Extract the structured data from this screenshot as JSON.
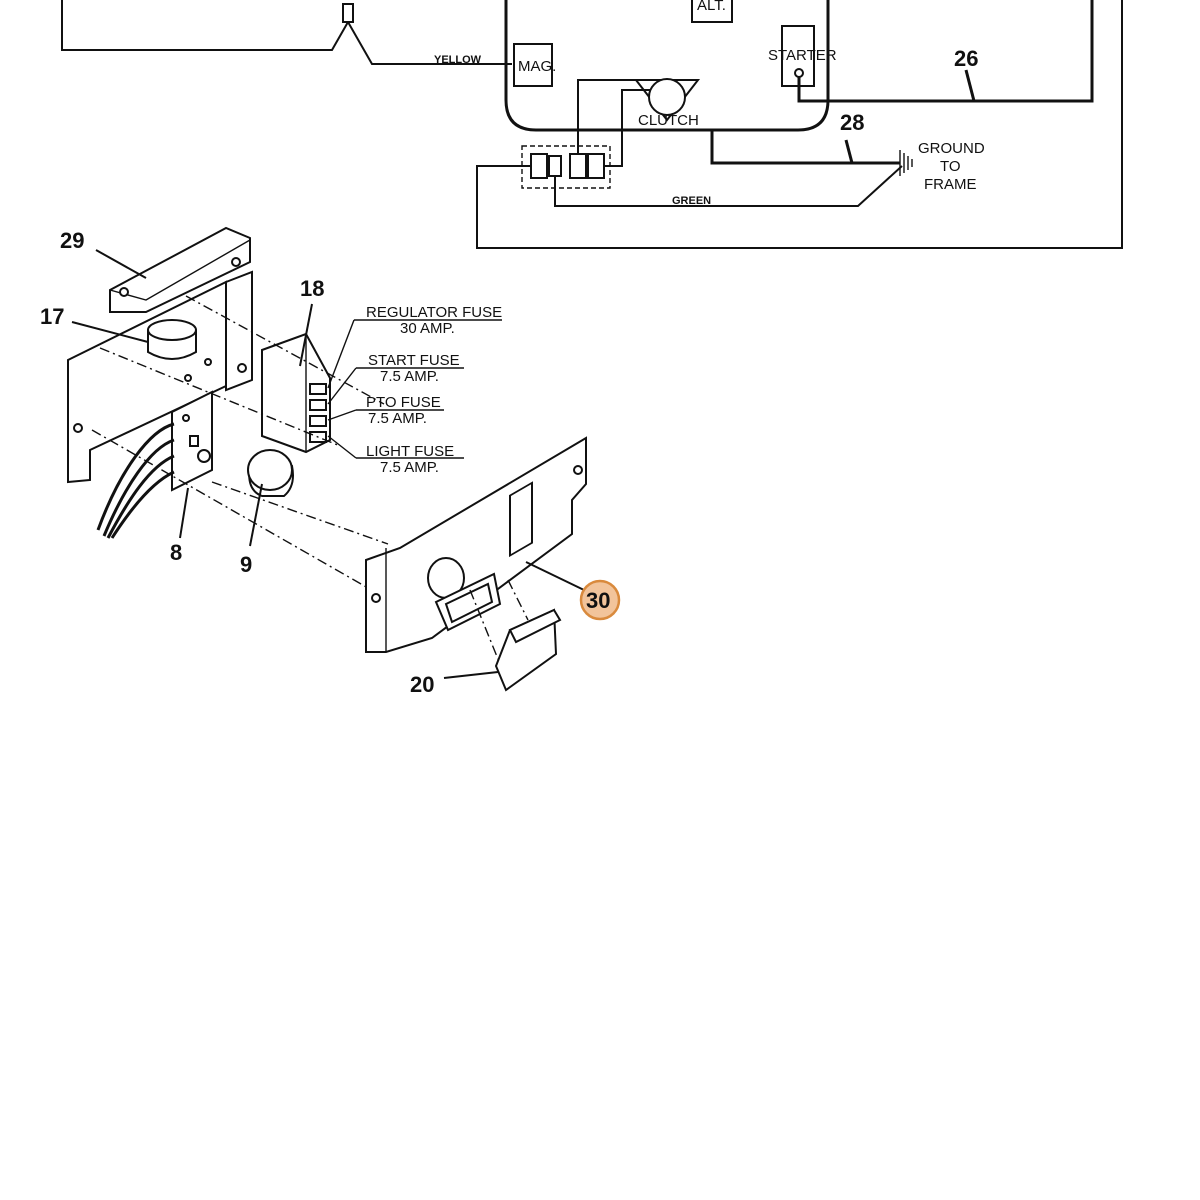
{
  "wiring": {
    "wire_yellow": "YELLOW",
    "wire_green": "GREEN",
    "mag": "MAG.",
    "alt": "ALT.",
    "starter": "STARTER",
    "clutch": "CLUTCH",
    "ground_line1": "GROUND",
    "ground_line2": "TO",
    "ground_line3": "FRAME",
    "callout_26": "26",
    "callout_28": "28"
  },
  "parts": {
    "callout_29": "29",
    "callout_17": "17",
    "callout_18": "18",
    "callout_8": "8",
    "callout_9": "9",
    "callout_20": "20",
    "callout_30": "30",
    "highlight_color": "#f2c49b",
    "highlight_border": "#d98a3d"
  },
  "fuses": [
    {
      "name": "REGULATOR FUSE",
      "rating": "30 AMP."
    },
    {
      "name": "START FUSE",
      "rating": "7.5 AMP."
    },
    {
      "name": "PTO FUSE",
      "rating": "7.5 AMP."
    },
    {
      "name": "LIGHT FUSE",
      "rating": "7.5 AMP."
    }
  ]
}
